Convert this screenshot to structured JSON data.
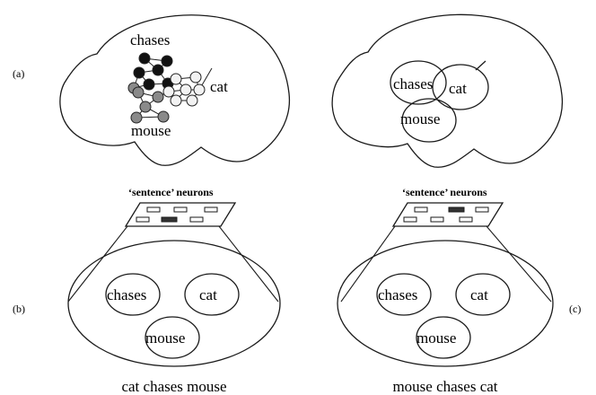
{
  "panel_labels": {
    "a": "(a)",
    "b": "(b)",
    "c": "(c)"
  },
  "panel_a_left": {
    "chases": "chases",
    "cat": "cat",
    "mouse": "mouse"
  },
  "panel_a_right": {
    "chases": "chases",
    "cat": "cat",
    "mouse": "mouse"
  },
  "panel_b_left": {
    "header": "‘sentence’ neurons",
    "chases": "chases",
    "cat": "cat",
    "mouse": "mouse",
    "caption": "cat chases mouse"
  },
  "panel_b_right": {
    "header": "‘sentence’ neurons",
    "chases": "chases",
    "cat": "cat",
    "mouse": "mouse",
    "caption": "mouse chases cat"
  },
  "colors": {
    "chases_neurons": "#111111",
    "mouse_neurons": "#8a8a8a",
    "cat_neurons": "#f2f2f2",
    "active_cell": "#333333"
  }
}
